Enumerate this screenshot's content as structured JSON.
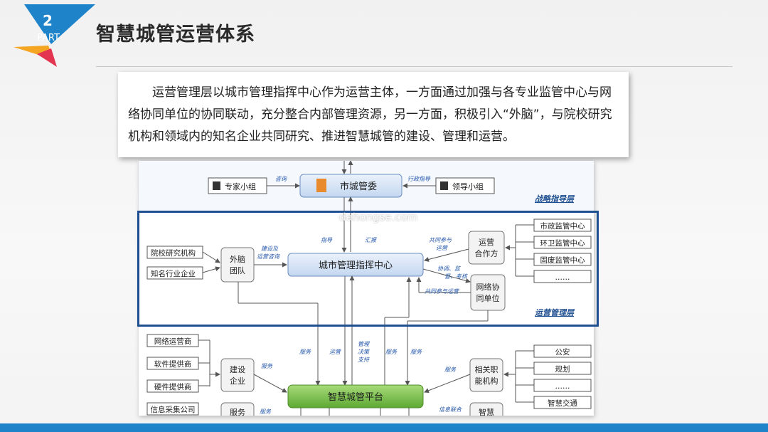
{
  "badge": {
    "number": "2",
    "label": "PART"
  },
  "title": "智慧城管运营体系",
  "intro_text": "运营管理层以城市管理指挥中心作为运营主体，一方面通过加强与各专业监管中心与网络协同单位的协同联动，充分整合内部管理资源，另一方面，积极引入“外脑”，与院校研究机构和领域内的知名企业共同研究、推进智慧城管的建设、管理和运营。",
  "watermark": "dahongse.com",
  "colors": {
    "accent": "#1f83c9",
    "frame": "#1e4f91",
    "platform": "#7cc24e",
    "center": "#d5e3f5"
  },
  "diagram": {
    "top_labels": {
      "zhidao": "指导",
      "huibao": "汇报"
    },
    "strategic": {
      "expert": "专家小组",
      "leader": "领导小组",
      "committee": "市城管委",
      "zixun": "咨询",
      "xingzheng": "行政指导",
      "layer": "战略指导层"
    },
    "management": {
      "univ": "院校研究机构",
      "industry": "知名行业企业",
      "brain": [
        "外脑",
        "团队"
      ],
      "advice": [
        "建设及",
        "运营咨询"
      ],
      "command": "城市管理指挥中心",
      "coop": [
        "运营",
        "合作方"
      ],
      "network": [
        "网络协",
        "同单位"
      ],
      "centers": [
        "市政监管中心",
        "环卫监管中心",
        "固废监管中心",
        "……"
      ],
      "gongtong1": [
        "共同参与",
        "运营"
      ],
      "xietiao": [
        "协调、监",
        "督、考核"
      ],
      "gongtong2": "共同参与运营",
      "zhidao": "指导",
      "huibao": "汇报",
      "layer": "运营管理层"
    },
    "operation": {
      "suppliers": [
        "网络运营商",
        "软件提供商",
        "硬件提供商",
        "信息采集公司"
      ],
      "builder": [
        "建设",
        "企业"
      ],
      "service_co": "服务",
      "platform": "智慧城管平台",
      "agencies": [
        "相关职",
        "能机构"
      ],
      "smart": "智慧",
      "right_items": [
        "公安",
        "规划",
        "……",
        "智慧交通"
      ],
      "fuwu": "服务",
      "yunying": "运营",
      "decision": [
        "管理",
        "决策",
        "支持"
      ],
      "xinxi": "信息联合"
    }
  }
}
